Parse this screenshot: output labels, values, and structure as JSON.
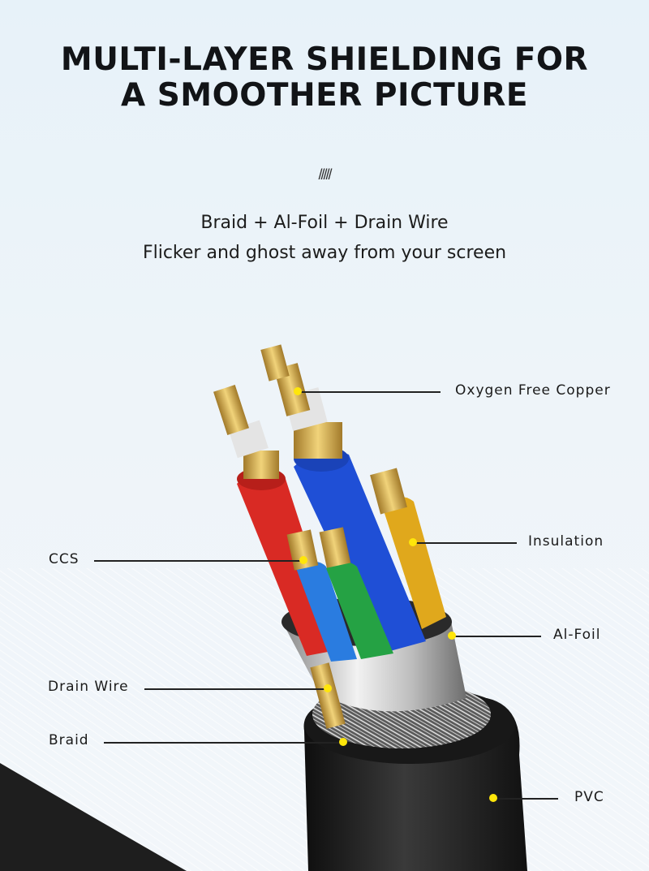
{
  "header": {
    "title_line1": "MULTI-LAYER SHIELDING FOR",
    "title_line2": "A SMOOTHER PICTURE",
    "divider": "/////",
    "subtitle_line1": "Braid + Al-Foil + Drain Wire",
    "subtitle_line2": "Flicker and ghost  away from your screen"
  },
  "callouts": [
    {
      "id": "oxygen-free-copper",
      "label": "Oxygen Free Copper",
      "side": "right"
    },
    {
      "id": "insulation",
      "label": "Insulation",
      "side": "right"
    },
    {
      "id": "ccs",
      "label": "CCS",
      "side": "left"
    },
    {
      "id": "al-foil",
      "label": "Al-Foil",
      "side": "right"
    },
    {
      "id": "drain-wire",
      "label": "Drain Wire",
      "side": "left"
    },
    {
      "id": "braid",
      "label": "Braid",
      "side": "left"
    },
    {
      "id": "pvc",
      "label": "PVC",
      "side": "right"
    }
  ],
  "colors": {
    "background": "#e7f2f9",
    "callout_dot": "#ffe60a",
    "wire_red": "#d92a24",
    "wire_blue": "#1f4fd6",
    "wire_light_blue": "#2a7ce0",
    "wire_green": "#25a244",
    "wire_yellow": "#e0a81c",
    "copper": "#d4a84a",
    "jacket": "#1c1c1c"
  }
}
